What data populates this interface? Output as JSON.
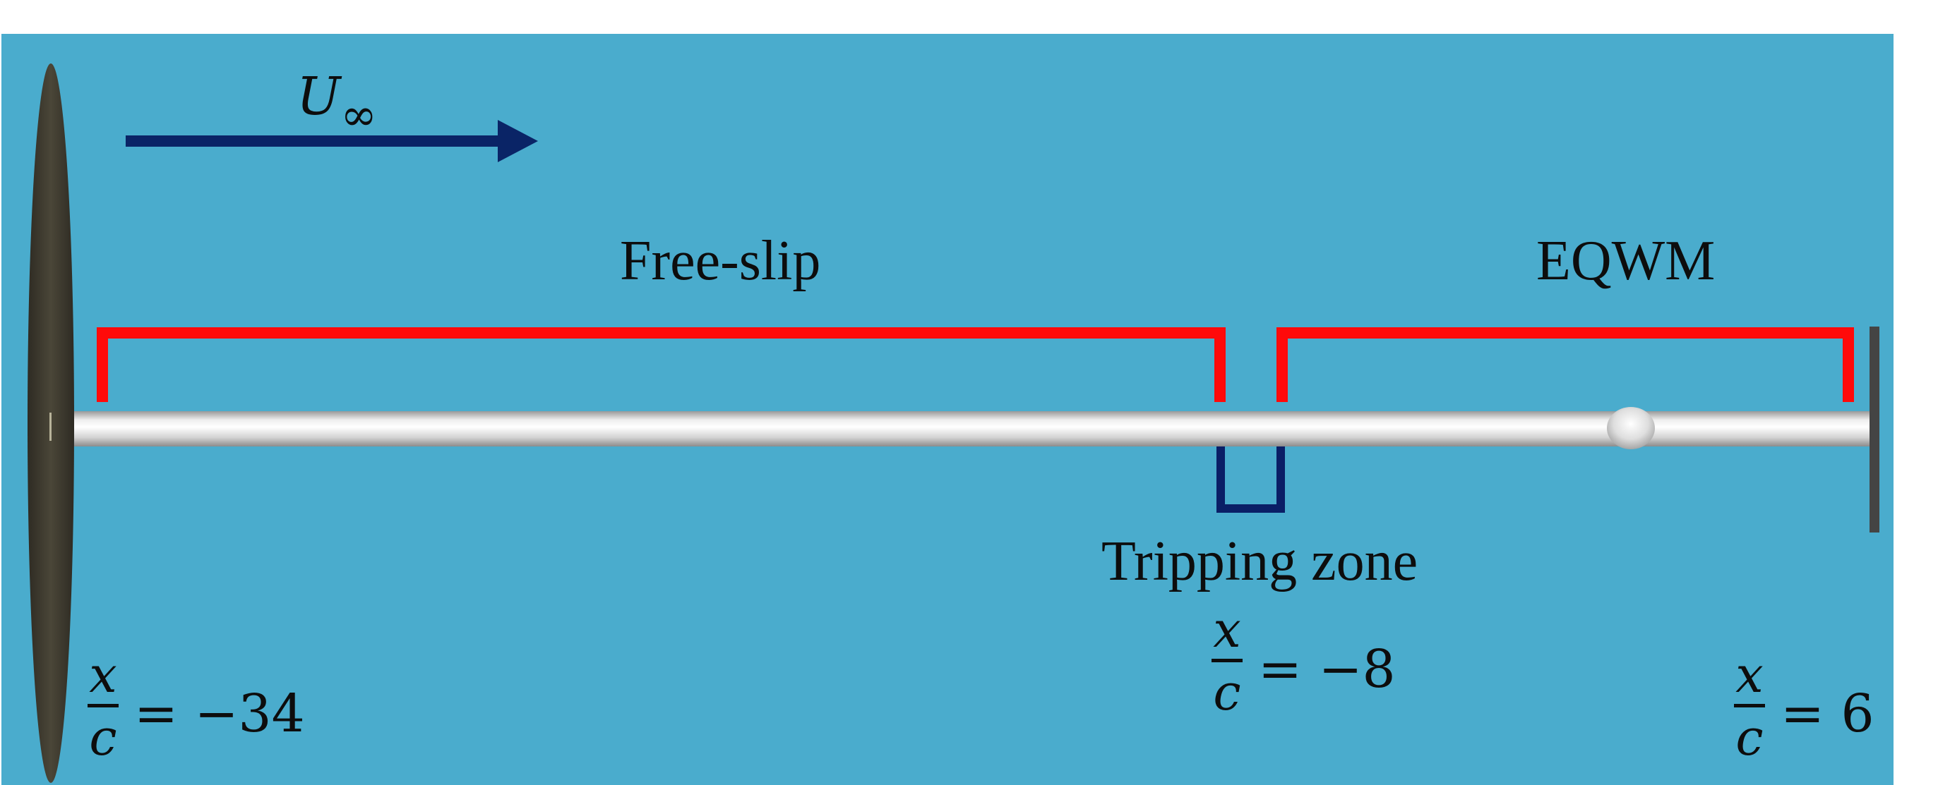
{
  "colors": {
    "background": "#4aaccd",
    "bracket": "#ff0a0a",
    "trip": "#0a1f66",
    "arrow": "#0a2466",
    "disk": "#3d3a30",
    "wall": "#444444"
  },
  "flow": {
    "symbol_base": "U",
    "symbol_sub": "∞"
  },
  "regions": {
    "free_slip": "Free-slip",
    "eqwm": "EQWM",
    "tripping": "Tripping zone"
  },
  "stations": {
    "left": {
      "num": "x",
      "den": "c",
      "rhs": "= −34"
    },
    "trip": {
      "num": "x",
      "den": "c",
      "rhs": "= −8"
    },
    "right": {
      "num": "x",
      "den": "c",
      "rhs": "= 6"
    }
  }
}
